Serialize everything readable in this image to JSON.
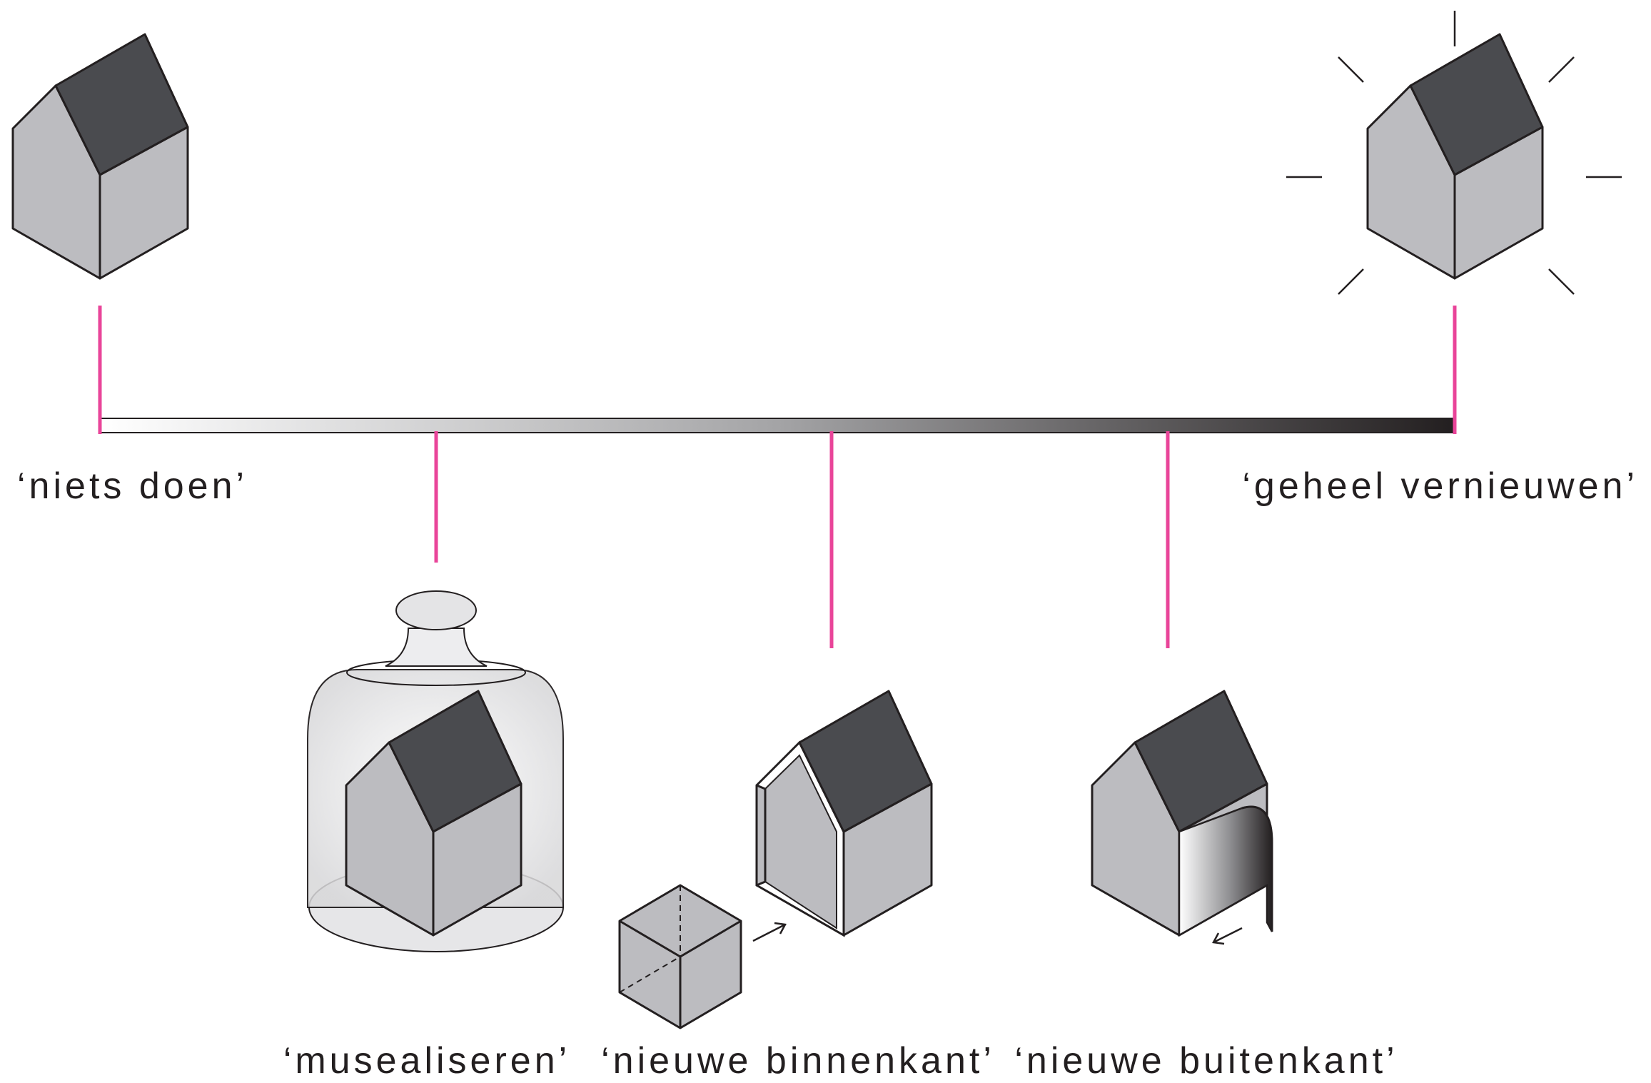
{
  "labels": {
    "left_end": "‘niets doen’",
    "right_end": "‘geheel vernieuwen’",
    "option_1": "‘musealiseren’",
    "option_2": "‘nieuwe binnenkant’",
    "option_3": "‘nieuwe buitenkant’"
  },
  "colors": {
    "accent": "#e94499",
    "roof": "#4a4b4f",
    "wall": "#bcbcc0",
    "outline": "#231f20",
    "gradient_start": "#ffffff",
    "gradient_end": "#231f20"
  },
  "icons": [
    "house-icon",
    "glowing-house-icon",
    "bell-jar-house-icon",
    "cube-icon",
    "open-house-icon",
    "wrapped-house-icon"
  ]
}
